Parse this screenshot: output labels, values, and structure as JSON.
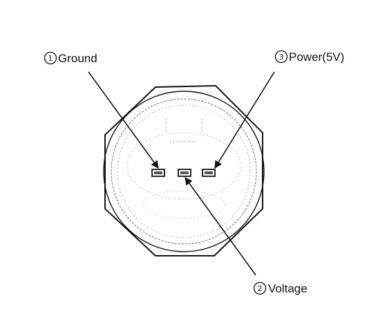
{
  "labels": {
    "ground": {
      "number": "1",
      "text": "Ground"
    },
    "power": {
      "number": "3",
      "text": "Power(5V)"
    },
    "voltage": {
      "number": "2",
      "text": "Voltage"
    }
  },
  "colors": {
    "line": "#111111",
    "background": "#ffffff"
  }
}
